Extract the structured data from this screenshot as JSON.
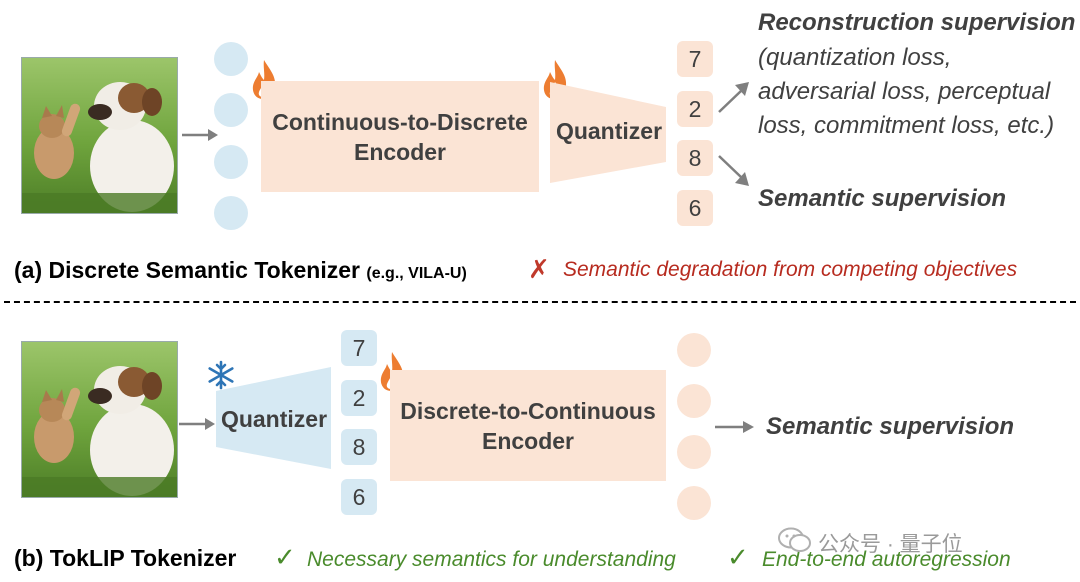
{
  "panel_a": {
    "encoder_label_line1": "Continuous-to-Discrete",
    "encoder_label_line2": "Encoder",
    "quantizer_label": "Quantizer",
    "tokens": [
      "7",
      "2",
      "8",
      "6"
    ],
    "recon_title": "Reconstruction supervision",
    "recon_line1": "(quantization loss,",
    "recon_line2": "adversarial loss, perceptual",
    "recon_line3": "loss, commitment loss, etc.)",
    "semantic_label": "Semantic supervision",
    "caption_main": "(a) Discrete Semantic Tokenizer",
    "caption_small": "(e.g., VILA-U)",
    "cross_mark": "✗",
    "note": "Semantic degradation from competing objectives"
  },
  "panel_b": {
    "quantizer_label": "Quantizer",
    "tokens": [
      "7",
      "2",
      "8",
      "6"
    ],
    "encoder_label_line1": "Discrete-to-Continuous",
    "encoder_label_line2": "Encoder",
    "semantic_label": "Semantic supervision",
    "caption": "(b) TokLIP Tokenizer",
    "check_mark_1": "✓",
    "note_1": "Necessary semantics for understanding",
    "check_mark_2": "✓",
    "note_2": "End-to-end autoregression"
  },
  "watermark": "公众号 · 量子位",
  "colors": {
    "peach": "#fbe4d5",
    "light_blue": "#d6e9f3",
    "flame": "#ed7d31",
    "snowflake": "#2e75b6",
    "red_note": "#b72b1f",
    "green_note": "#4a8b2c",
    "arrow_gray": "#7f7f7f"
  }
}
